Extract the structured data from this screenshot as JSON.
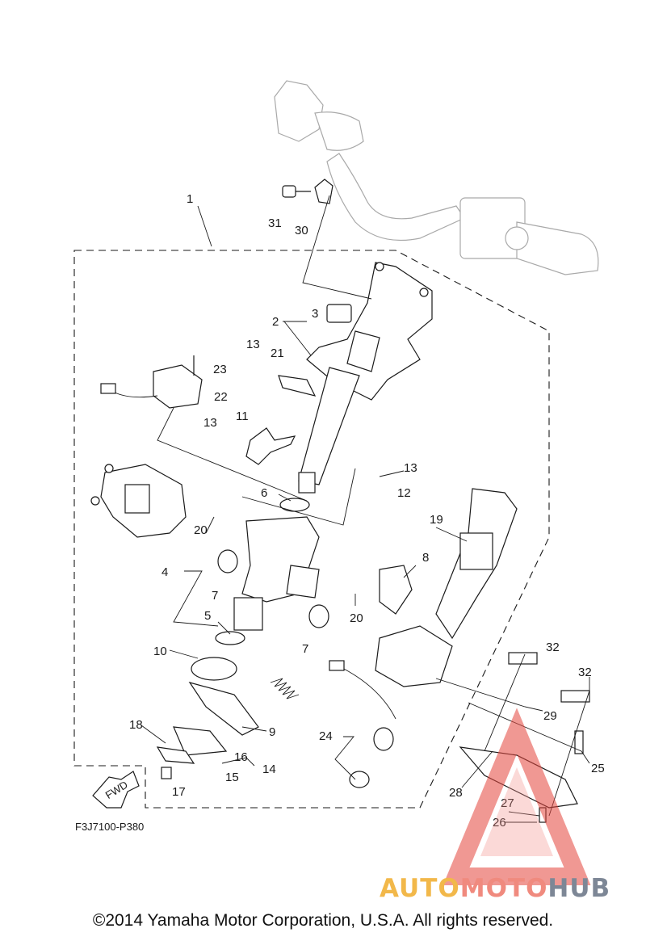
{
  "diagram": {
    "code": "F3J7100-P380",
    "fwd_label": "FWD",
    "copyright": "©2014 Yamaha Motor Corporation, U.S.A. All rights reserved.",
    "watermark": {
      "part1": "AUTO",
      "part2": "MOTO",
      "part3": "HUB",
      "colors": {
        "auto": "#f2b84a",
        "moto": "#f08a7e",
        "hub": "#7d8796"
      }
    },
    "callouts": [
      "1",
      "2",
      "3",
      "4",
      "5",
      "6",
      "7",
      "7",
      "8",
      "9",
      "10",
      "11",
      "12",
      "13",
      "13",
      "13",
      "14",
      "15",
      "16",
      "17",
      "18",
      "19",
      "20",
      "20",
      "21",
      "22",
      "23",
      "24",
      "25",
      "26",
      "27",
      "28",
      "29",
      "30",
      "31",
      "32",
      "32"
    ]
  }
}
